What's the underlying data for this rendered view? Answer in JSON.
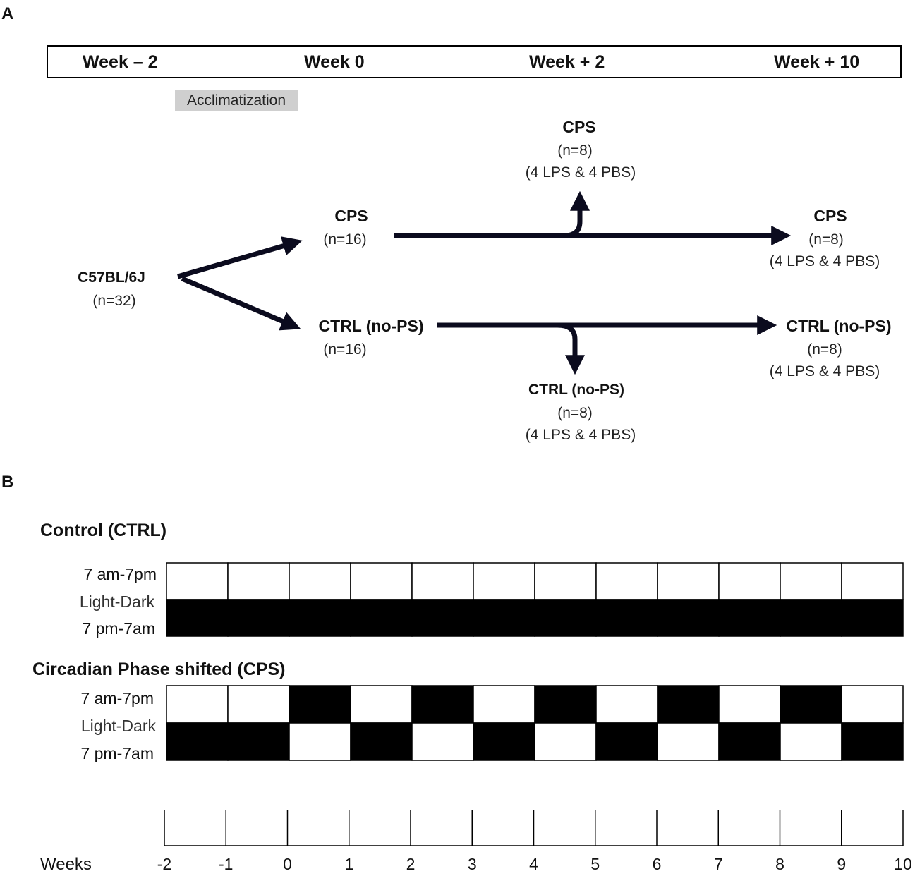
{
  "panels": {
    "a": "A",
    "b": "B"
  },
  "timeline": {
    "weeks": [
      "Week – 2",
      "Week 0",
      "Week + 2",
      "Week + 10"
    ],
    "acclimatization": "Acclimatization"
  },
  "flow": {
    "source": {
      "title": "C57BL/6J",
      "n": "(n=32)"
    },
    "cps_start": {
      "title": "CPS",
      "n": "(n=16)"
    },
    "ctrl_start": {
      "title": "CTRL (no-PS)",
      "n": "(n=16)"
    },
    "cps_week2": {
      "title": "CPS",
      "n": "(n=8)",
      "split": "(4 LPS & 4 PBS)"
    },
    "cps_week10": {
      "title": "CPS",
      "n": "(n=8)",
      "split": "(4 LPS & 4 PBS)"
    },
    "ctrl_week2": {
      "title": "CTRL (no-PS)",
      "n": "(n=8)",
      "split": "(4 LPS & 4 PBS)"
    },
    "ctrl_week10": {
      "title": "CTRL (no-PS)",
      "n": "(n=8)",
      "split": "(4 LPS & 4 PBS)"
    }
  },
  "schedule": {
    "control": {
      "title": "Control (CTRL)",
      "top_label": "7 am-7pm",
      "mid_label": "Light-Dark",
      "bottom_label": "7 pm-7am",
      "top_row": [
        "light",
        "light",
        "light",
        "light",
        "light",
        "light",
        "light",
        "light",
        "light",
        "light",
        "light",
        "light"
      ],
      "bottom_row": [
        "dark",
        "dark",
        "dark",
        "dark",
        "dark",
        "dark",
        "dark",
        "dark",
        "dark",
        "dark",
        "dark",
        "dark"
      ]
    },
    "cps": {
      "title": "Circadian Phase shifted (CPS)",
      "top_label": "7 am-7pm",
      "mid_label": "Light-Dark",
      "bottom_label": "7 pm-7am",
      "top_row": [
        "light",
        "light",
        "dark",
        "light",
        "dark",
        "light",
        "dark",
        "light",
        "dark",
        "light",
        "dark",
        "light"
      ],
      "bottom_row": [
        "dark",
        "dark",
        "light",
        "dark",
        "light",
        "dark",
        "light",
        "dark",
        "light",
        "dark",
        "light",
        "dark"
      ]
    },
    "axis": {
      "label": "Weeks",
      "ticks": [
        "-2",
        "-1",
        "0",
        "1",
        "2",
        "3",
        "4",
        "5",
        "6",
        "7",
        "8",
        "9",
        "10"
      ]
    }
  }
}
